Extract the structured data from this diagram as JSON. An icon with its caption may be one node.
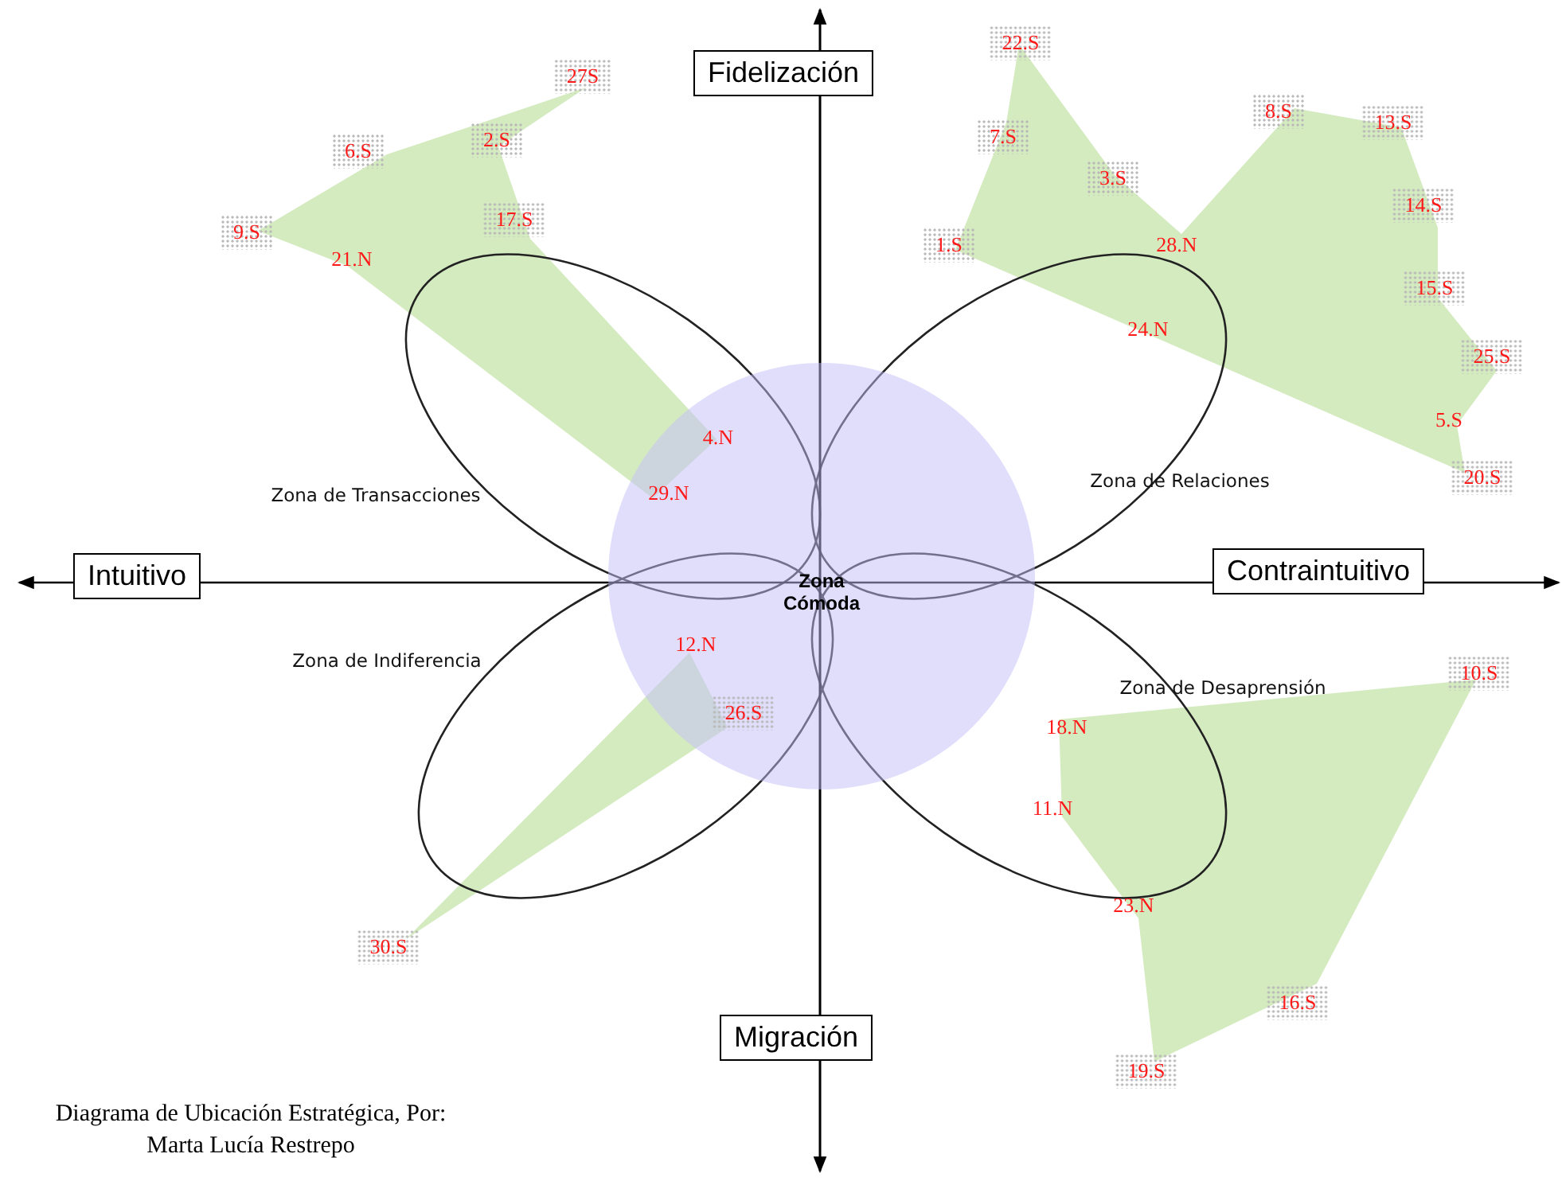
{
  "diagram": {
    "caption": "Diagrama de Ubicación Estratégica, Por: Marta Lucía Restrepo",
    "nodes": [
      {
        "text": [
          "Fidelización"
        ]
      },
      {
        "text": [
          "Intuitivo"
        ]
      },
      {
        "text": [
          "Zona Cómoda"
        ]
      },
      {
        "text": [
          "Contraintuitivo"
        ]
      },
      {
        "text": [
          "Migración"
        ]
      }
    ],
    "labels": [
      "22.S",
      "27S",
      "8.S",
      "13.S",
      "7.S",
      "2.S",
      "6.S",
      "3.S",
      "14.S",
      "17.S",
      "9.S",
      "1.S",
      "28.N",
      "21.N",
      "15.S",
      "24.N",
      "25.S",
      "5.S",
      "4.N",
      "20.S",
      "Zona de Relaciones",
      "29.N",
      "Zona de Transacciones",
      "12.N",
      "Zona de Indiferencia",
      "10.S",
      "Zona de Desaprensión",
      "26.S",
      "18.N",
      "11.N",
      "23.N",
      "30.S",
      "16.S",
      "19.S"
    ]
  }
}
